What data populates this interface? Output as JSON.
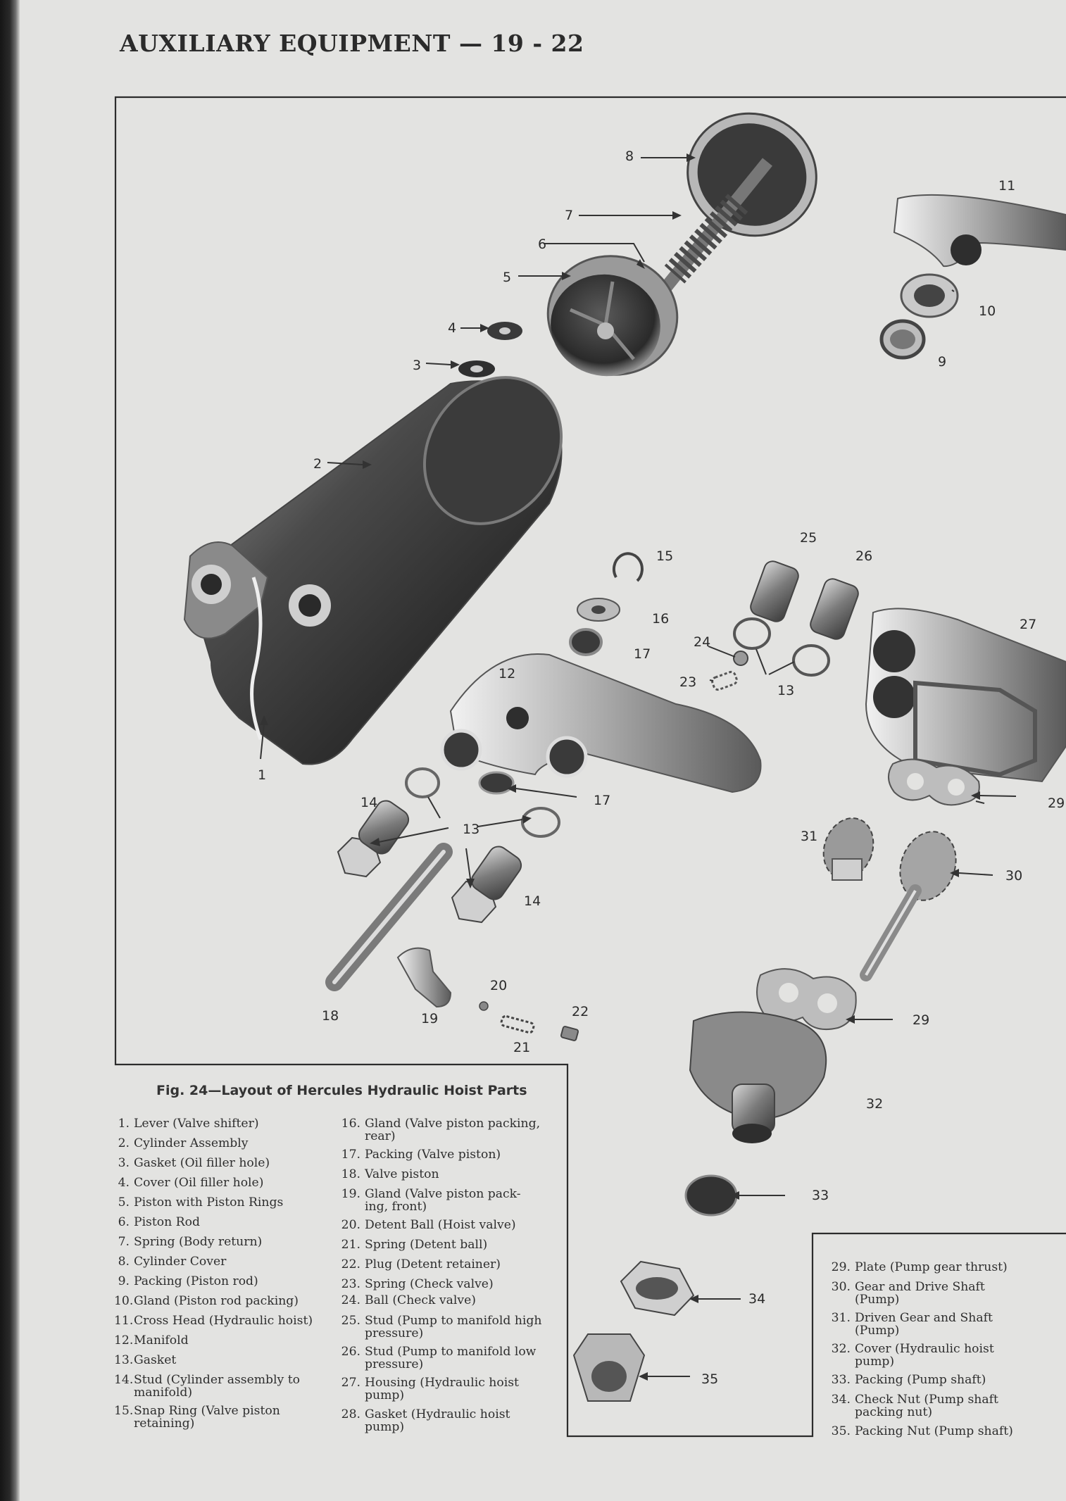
{
  "header": {
    "title": "AUXILIARY EQUIPMENT — 19 - 22"
  },
  "figure": {
    "caption": "Fig. 24—Layout of Hercules Hydraulic Hoist Parts",
    "callouts": [
      "8",
      "11",
      "7",
      "6",
      "5",
      "10",
      "4",
      "9",
      "3",
      "2",
      "25",
      "15",
      "26",
      "16",
      "27",
      "24",
      "17",
      "12",
      "23",
      "13",
      "1",
      "17",
      "29",
      "14",
      "13",
      "31",
      "30",
      "14",
      "20",
      "22",
      "29",
      "18",
      "19",
      "21",
      "32",
      "33",
      "34",
      "35"
    ]
  },
  "parts_list": {
    "column1": [
      {
        "n": "1.",
        "t": "Lever (Valve shifter)"
      },
      {
        "n": "2.",
        "t": "Cylinder Assembly"
      },
      {
        "n": "3.",
        "t": "Gasket (Oil filler hole)"
      },
      {
        "n": "4.",
        "t": "Cover (Oil filler hole)"
      },
      {
        "n": "5.",
        "t": "Piston with Piston Rings"
      },
      {
        "n": "6.",
        "t": "Piston Rod"
      },
      {
        "n": "7.",
        "t": "Spring (Body return)"
      },
      {
        "n": "8.",
        "t": "Cylinder Cover"
      },
      {
        "n": "9.",
        "t": "Packing (Piston rod)"
      },
      {
        "n": "10.",
        "t": "Gland (Piston rod packing)"
      },
      {
        "n": "11.",
        "t": "Cross Head (Hydraulic hoist)"
      },
      {
        "n": "12.",
        "t": "Manifold"
      },
      {
        "n": "13.",
        "t": "Gasket"
      },
      {
        "n": "14.",
        "t": "Stud (Cylinder assembly to\nmanifold)"
      },
      {
        "n": "15.",
        "t": "Snap Ring (Valve piston\nretaining)"
      }
    ],
    "column2": [
      {
        "n": "16.",
        "t": "Gland (Valve piston packing,\nrear)"
      },
      {
        "n": "17.",
        "t": "Packing (Valve piston)"
      },
      {
        "n": "18.",
        "t": "Valve piston"
      },
      {
        "n": "19.",
        "t": "Gland (Valve piston pack-\ning, front)"
      },
      {
        "n": "20.",
        "t": "Detent Ball (Hoist valve)"
      },
      {
        "n": "21.",
        "t": "Spring (Detent ball)"
      },
      {
        "n": "22.",
        "t": "Plug (Detent retainer)"
      },
      {
        "n": "23.",
        "t": "Spring (Check valve)"
      },
      {
        "n": "24.",
        "t": "Ball (Check valve)"
      },
      {
        "n": "25.",
        "t": "Stud (Pump to manifold high\npressure)"
      },
      {
        "n": "26.",
        "t": "Stud (Pump to manifold low\npressure)"
      },
      {
        "n": "27.",
        "t": "Housing (Hydraulic hoist\npump)"
      },
      {
        "n": "28.",
        "t": "Gasket (Hydraulic hoist\npump)"
      }
    ],
    "column3": [
      {
        "n": "29.",
        "t": "Plate (Pump gear thrust)"
      },
      {
        "n": "30.",
        "t": "Gear and Drive Shaft\n(Pump)"
      },
      {
        "n": "31.",
        "t": "Driven Gear and Shaft\n(Pump)"
      },
      {
        "n": "32.",
        "t": "Cover (Hydraulic hoist\npump)"
      },
      {
        "n": "33.",
        "t": "Packing (Pump shaft)"
      },
      {
        "n": "34.",
        "t": "Check Nut (Pump shaft\npacking nut)"
      },
      {
        "n": "35.",
        "t": "Packing Nut (Pump shaft)"
      }
    ]
  }
}
